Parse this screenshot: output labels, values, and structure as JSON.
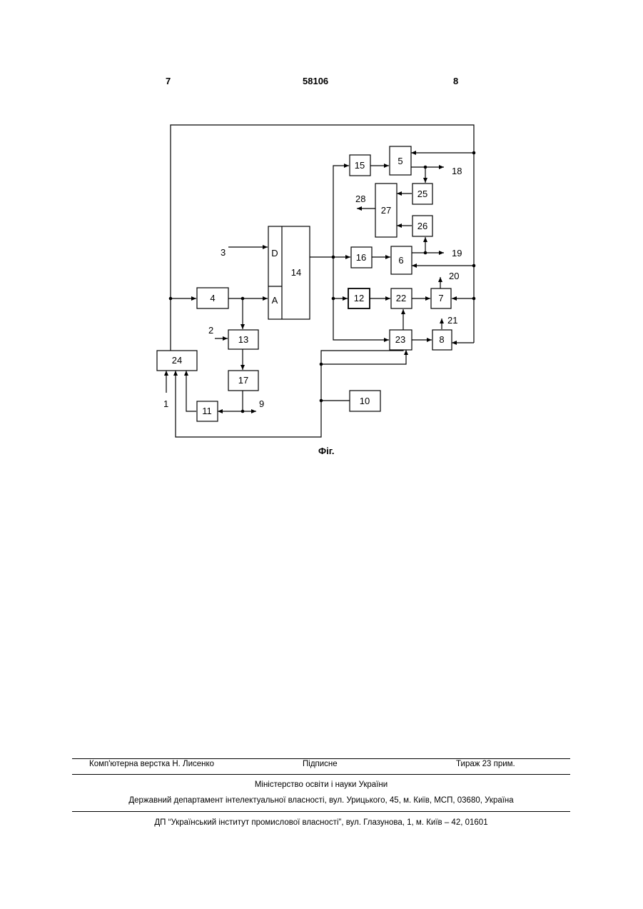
{
  "header": {
    "left_page": "7",
    "patent_number": "58106",
    "right_page": "8"
  },
  "figure": {
    "caption": "Фіг.",
    "blocks": {
      "b4": "4",
      "b5": "5",
      "b6": "6",
      "b7": "7",
      "b8": "8",
      "b10": "10",
      "b11": "11",
      "b12": "12",
      "b13": "13",
      "b14": "14",
      "b14_d": "D",
      "b14_a": "A",
      "b15": "15",
      "b16": "16",
      "b17": "17",
      "b22": "22",
      "b23": "23",
      "b24": "24",
      "b25": "25",
      "b26": "26",
      "b27": "27"
    },
    "terminals": {
      "t1": "1",
      "t2": "2",
      "t3": "3",
      "t9": "9",
      "t18": "18",
      "t19": "19",
      "t20": "20",
      "t21": "21",
      "t28": "28"
    }
  },
  "footer": {
    "layout_by": "Комп'ютерна верстка Н. Лисенко",
    "signed": "Підписне",
    "circulation": "Тираж 23 прим.",
    "ministry": "Міністерство освіти і науки України",
    "department": "Державний департамент інтелектуальної власності, вул. Урицького, 45, м. Київ, МСП, 03680, Україна",
    "institute": "ДП “Український інститут промислової власності”, вул. Глазунова, 1, м. Київ – 42, 01601"
  }
}
